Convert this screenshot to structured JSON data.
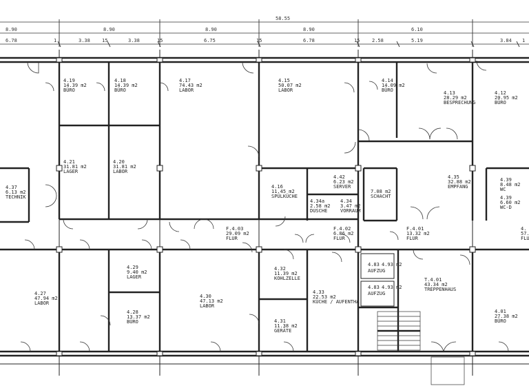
{
  "dimensions": {
    "total": "58.55",
    "upper": [
      "8.90",
      "8.90",
      "8.90",
      "8.90",
      "6.10"
    ],
    "lower": [
      "6.78",
      "1",
      "3.38",
      "15",
      "3.38",
      "15",
      "6.75",
      "15",
      "6.78",
      "15",
      "2.58",
      "5.19",
      "3.84",
      "1"
    ]
  },
  "rooms": [
    {
      "num": "4.19",
      "area": "14.39 m2",
      "name": "BÜRO"
    },
    {
      "num": "4.18",
      "area": "14.39 m2",
      "name": "BÜRO"
    },
    {
      "num": "4.17",
      "area": "74.43 m2",
      "name": "LABOR"
    },
    {
      "num": "4.15",
      "area": "50.07 m2",
      "name": "LABOR"
    },
    {
      "num": "4.14",
      "area": "14.09 m2",
      "name": "BÜRO"
    },
    {
      "num": "4.13",
      "area": "28.29 m2",
      "name": "BESPRECHUNG"
    },
    {
      "num": "4.12",
      "area": "20.95 m2",
      "name": "BÜRO"
    },
    {
      "num": "4.21",
      "area": "31.81 m2",
      "name": "LAGER"
    },
    {
      "num": "4.20",
      "area": "31.81 m2",
      "name": "LABOR"
    },
    {
      "num": "4.37",
      "area": "6.13 m2",
      "name": "TECHNIK"
    },
    {
      "num": "4.16",
      "area": "11.45 m2",
      "name": "SPÜLKÜCHE"
    },
    {
      "num": "4.42",
      "area": "6.23 m2",
      "name": "SERVER"
    },
    {
      "num": "4.34a",
      "area": "2.58 m2",
      "name": "DUSCHE"
    },
    {
      "num": "4.34",
      "area": "3.47 m2",
      "name": "VORRAUM"
    },
    {
      "num": "",
      "area": "7.08 m2",
      "name": "SCHACHT"
    },
    {
      "num": "4.35",
      "area": "32.88 m2",
      "name": "EMPFANG"
    },
    {
      "num": "4.39",
      "area": "8.48 m2",
      "name": "WC"
    },
    {
      "num": "4.39",
      "area": "6.60 m2",
      "name": "WC-D"
    },
    {
      "num": "F.4.03",
      "area": "29.09 m2",
      "name": "FLUR"
    },
    {
      "num": "F.4.02",
      "area": "6.86 m2",
      "name": "FLUR"
    },
    {
      "num": "F.4.01",
      "area": "13.32 m2",
      "name": "FLUR"
    },
    {
      "num": "4.27",
      "area": "47.94 m2",
      "name": "LABOR"
    },
    {
      "num": "4.29",
      "area": "9.40 m2",
      "name": "LAGER"
    },
    {
      "num": "4.28",
      "area": "13.37 m2",
      "name": "BÜRO"
    },
    {
      "num": "4.30",
      "area": "47.13 m2",
      "name": "LABOR"
    },
    {
      "num": "4.32",
      "area": "11.39 m2",
      "name": "KOHLZELLE"
    },
    {
      "num": "4.31",
      "area": "11.38 m2",
      "name": "GERÄTE"
    },
    {
      "num": "4.33",
      "area": "22.53 m2",
      "name": "KÜCHE / AUFENTHA"
    },
    {
      "num": "4.83",
      "area": "4.93 m2",
      "name": "AUFZUG"
    },
    {
      "num": "4.83",
      "area": "4.93 m2",
      "name": "AUFZUG"
    },
    {
      "num": "T.4.01",
      "area": "43.34 m2",
      "name": "TREPPENHAUS"
    },
    {
      "num": "4.01",
      "area": "27.38 m2",
      "name": "BÜRO"
    },
    {
      "num": "4.",
      "area": "57.",
      "name": "FLUR"
    }
  ]
}
